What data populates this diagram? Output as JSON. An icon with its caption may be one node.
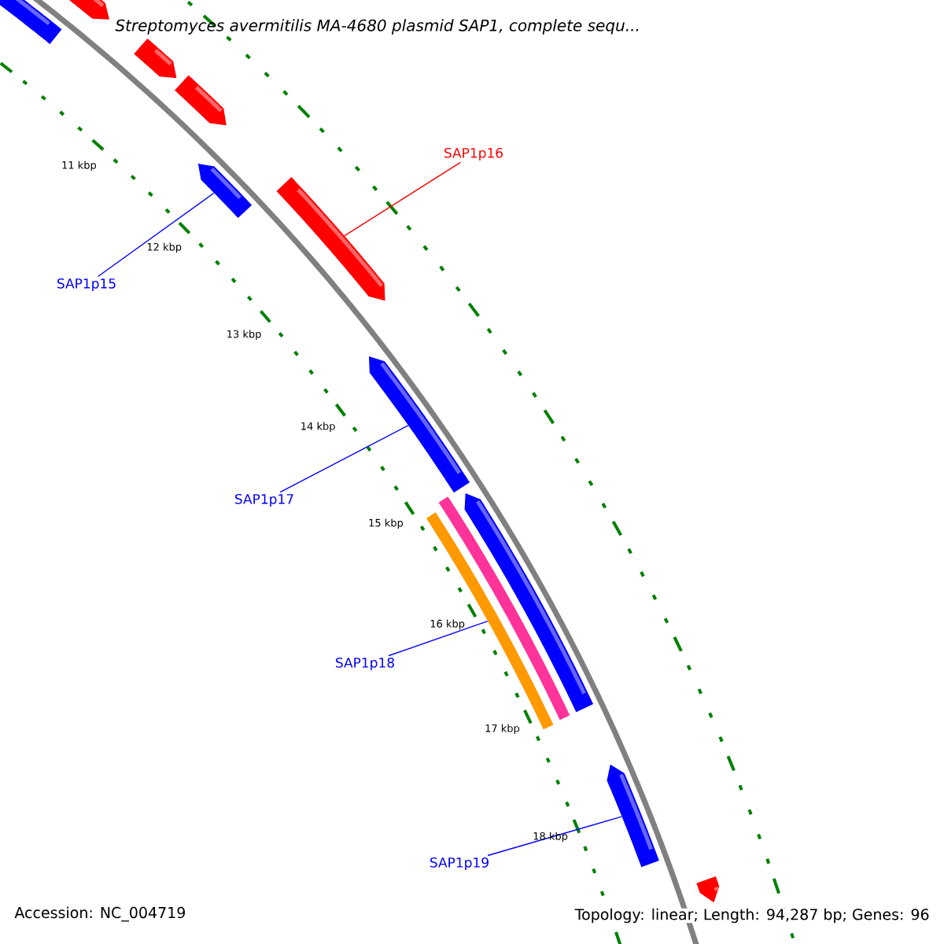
{
  "diagram": {
    "title": "Streptomyces avermitilis MA-4680 plasmid SAP1, complete sequ...",
    "nodes": [
      {
        "text": [],
        "shape": "box"
      },
      {
        "text": [],
        "shape": "box"
      },
      {
        "text": [],
        "shape": "box"
      },
      {
        "text": [],
        "shape": "box"
      },
      {
        "text": [
          "SAP1p16"
        ]
      },
      {
        "text": [],
        "shape": "box"
      },
      {
        "text": [],
        "shape": "box"
      },
      {
        "text": [
          "SAP1p15"
        ]
      },
      {
        "text": [],
        "shape": "box"
      },
      {
        "text": [
          "SAP1p17"
        ]
      },
      {
        "text": [],
        "shape": "box"
      },
      {
        "text": [],
        "shape": "bar"
      },
      {
        "text": [],
        "shape": "bar"
      },
      {
        "text": [
          "SAP1p18"
        ]
      },
      {
        "text": [],
        "shape": "box"
      },
      {
        "text": [
          "SAP1p19"
        ]
      },
      {
        "text": [],
        "shape": "box"
      }
    ],
    "edges": [
      {
        "from": 4,
        "to": 6,
        "arrow": "none",
        "color": "#ff0000"
      },
      {
        "from": 7,
        "to": 5,
        "arrow": "none"
      },
      {
        "from": 9,
        "to": 8,
        "arrow": "none"
      },
      {
        "from": 13,
        "to": 12,
        "arrow": "none"
      },
      {
        "from": 15,
        "to": 14,
        "arrow": "none"
      }
    ],
    "labels": [
      "11 kbp",
      "12 kbp",
      "13 kbp",
      "14 kbp",
      "15 kbp",
      "16 kbp",
      "17 kbp",
      "18 kbp",
      "Accession: NC_004719",
      "Topology: linear; Length: 94,287 bp; Genes: 96"
    ]
  }
}
